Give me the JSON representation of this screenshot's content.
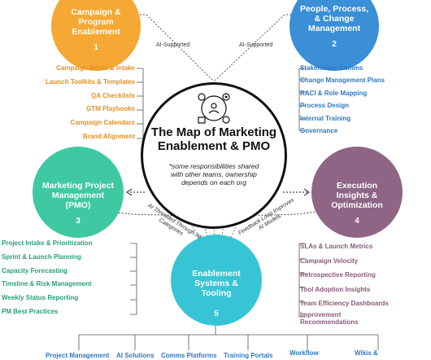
{
  "center": {
    "title_line1": "The Map of Marketing",
    "title_line2": "Enablement & PMO",
    "note": "*some responsibilities shared with other teams, ownership depends on each org"
  },
  "nodes": [
    {
      "title": "Campaign & Program Enablement",
      "number": "1",
      "color": "#f5a833"
    },
    {
      "title": "People, Process, & Change Management",
      "number": "2",
      "color": "#3a8fd6"
    },
    {
      "title": "Marketing Project Management (PMO)",
      "number": "3",
      "color": "#3ec9a3"
    },
    {
      "title": "Execution Insights & Optimization",
      "number": "4",
      "color": "#8e6585"
    },
    {
      "title": "Enablement Systems & Tooling",
      "number": "5",
      "color": "#37c5d6"
    }
  ],
  "lists": {
    "n1": [
      "Campaign Briefs & Intake",
      "Launch Toolkits & Templates",
      "QA Checklists",
      "GTM Playbooks",
      "Campaign Calendars",
      "Brand Alignment"
    ],
    "n2": [
      "Stakeholder Comms",
      "Change Management Plans",
      "RACI & Role Mapping",
      "Process Design",
      "Internal Training",
      "Governance"
    ],
    "n3": [
      "Project Intake & Prioritization",
      "Sprint & Launch Planning",
      "Capacity Forecasting",
      "Timeline & Risk Management",
      "Weekly Status Reporting",
      "PM Best Practices"
    ],
    "n4": [
      "SLAs & Launch Metrics",
      "Campaign Velocity",
      "Retrospective Reporting",
      "Tool Adoption Insights",
      "Team Efficiency Dashboards",
      "Improvement Recommendations"
    ],
    "n5": [
      "Project Management",
      "AI Solutions",
      "Comms Platforms",
      "Training Portals",
      "Workflow",
      "Wikis &"
    ]
  },
  "connectors": {
    "ai_left": "AI-Supported",
    "ai_right": "AI-Supported",
    "threaded": "AI Threaded Through All Categories",
    "feedback": "Feedback Loop Improves AI Models"
  }
}
